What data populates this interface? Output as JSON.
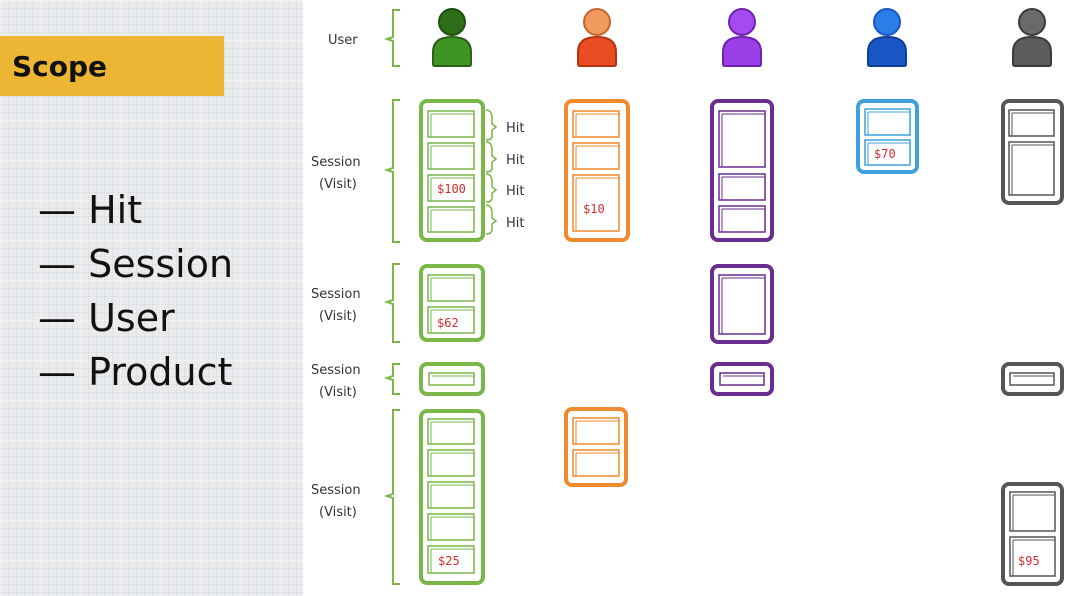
{
  "scope": {
    "title": "Scope",
    "items": [
      "— Hit",
      "— Session",
      "— User",
      "— Product"
    ]
  },
  "labels": {
    "user": "User",
    "session_line1": "Session",
    "session_line2": "(Visit)",
    "hit": "Hit"
  },
  "colors": {
    "banner": "#ecb533",
    "green": "#7ab648",
    "orange": "#ef8a2e",
    "purple": "#6a2d8f",
    "blue": "#3fa0dc",
    "gray": "#555555",
    "price": "#d62c2c",
    "bracket": "#7ab648"
  },
  "users": [
    {
      "color": "green",
      "icon": "user-icon-green",
      "body": "#3f9524",
      "head": "#2e6e1b",
      "outline": "#2d6219"
    },
    {
      "color": "orange",
      "icon": "user-icon-orange",
      "body": "#ea4d22",
      "head": "#f19a60",
      "outline": "#b33414"
    },
    {
      "color": "purple",
      "icon": "user-icon-purple",
      "body": "#9b3fe9",
      "head": "#a54af0",
      "outline": "#6d22b0"
    },
    {
      "color": "blue",
      "icon": "user-icon-blue",
      "body": "#1a56c4",
      "head": "#2b7ee8",
      "outline": "#123f94"
    },
    {
      "color": "gray",
      "icon": "user-icon-gray",
      "body": "#5c5c5c",
      "head": "#6a6a6a",
      "outline": "#3c3c3c"
    }
  ],
  "prices": {
    "green_s1": "$100",
    "orange_s1": "$10",
    "blue_s1": "$70",
    "green_s2": "$62",
    "green_s4": "$25",
    "gray_s4": "$95"
  }
}
